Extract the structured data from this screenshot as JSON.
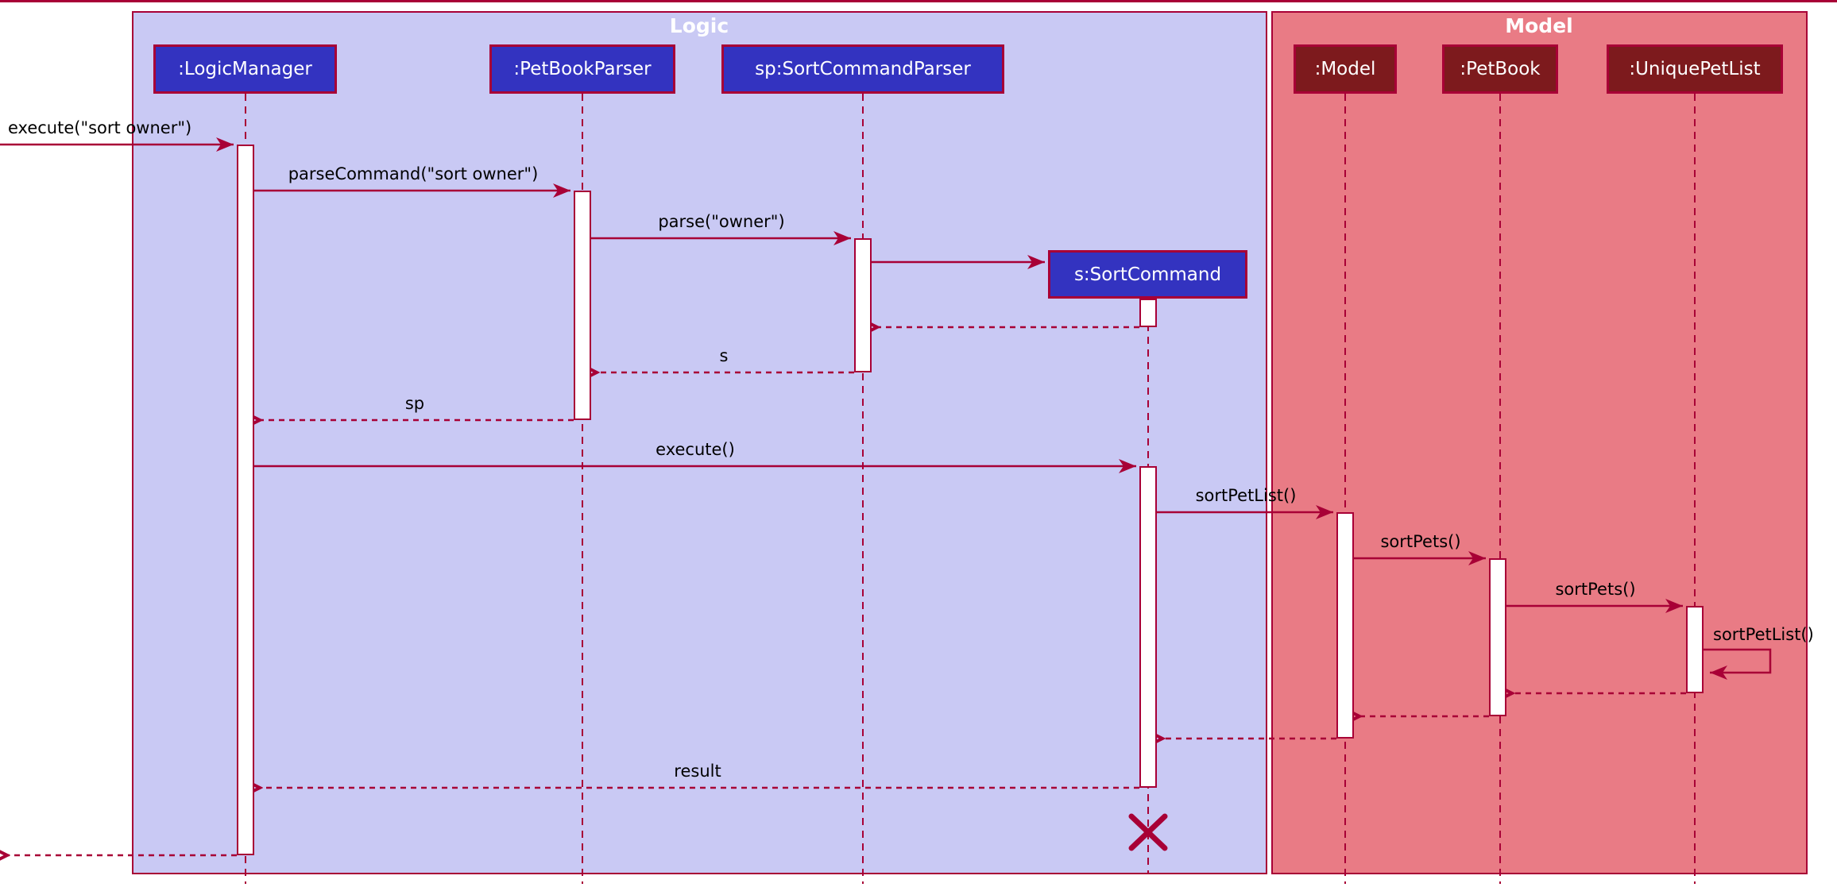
{
  "frames": [
    {
      "label": "Logic"
    },
    {
      "label": "Model"
    }
  ],
  "participants": [
    {
      "label": ":LogicManager"
    },
    {
      "label": ":PetBookParser"
    },
    {
      "label": "sp:SortCommandParser"
    },
    {
      "label": "s:SortCommand"
    },
    {
      "label": ":Model"
    },
    {
      "label": ":PetBook"
    },
    {
      "label": ":UniquePetList"
    }
  ],
  "messages": [
    {
      "label": "execute(\"sort owner\")",
      "kind": "sync"
    },
    {
      "label": "parseCommand(\"sort owner\")",
      "kind": "sync"
    },
    {
      "label": "parse(\"owner\")",
      "kind": "sync"
    },
    {
      "label": "s",
      "kind": "return"
    },
    {
      "label": "sp",
      "kind": "return"
    },
    {
      "label": "execute()",
      "kind": "sync"
    },
    {
      "label": "sortPetList()",
      "kind": "sync"
    },
    {
      "label": "sortPets()",
      "kind": "sync"
    },
    {
      "label": "sortPets()",
      "kind": "sync"
    },
    {
      "label": "sortPetList()",
      "kind": "self"
    },
    {
      "label": "result",
      "kind": "return"
    }
  ],
  "colors": {
    "line": "#A80036",
    "logic_bg": "#C9C9F4",
    "model_bg": "#E97B85",
    "logic_participant_bg": "#3333C0",
    "model_participant_bg": "#7D1A1D",
    "participant_text": "#FFFFFF",
    "message_text": "#000000",
    "activation_bg": "#FFFFFF"
  }
}
